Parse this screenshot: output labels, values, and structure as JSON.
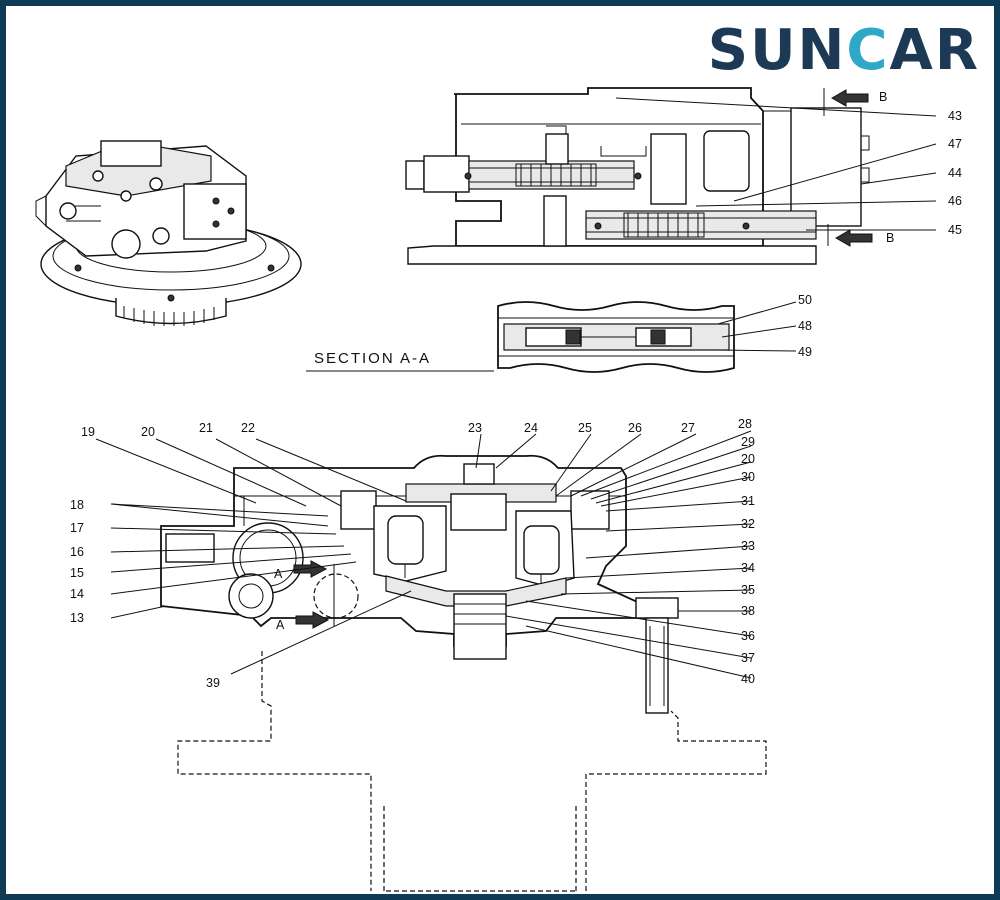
{
  "logo": {
    "text_prefix": "SUN",
    "text_c": "C",
    "text_suffix": "AR"
  },
  "section_label": "SECTION A-A",
  "arrow_labels": {
    "a_upper": "A",
    "a_lower": "A",
    "b_upper": "B",
    "b_lower": "B"
  },
  "callouts_top": [
    "43",
    "47",
    "44",
    "46",
    "45"
  ],
  "callouts_section": [
    "50",
    "48",
    "49"
  ],
  "callouts_main_top": [
    "19",
    "20",
    "21",
    "22",
    "23",
    "24",
    "25",
    "26",
    "27",
    "28"
  ],
  "callouts_main_left": [
    "18",
    "17",
    "16",
    "15",
    "14",
    "13",
    "39"
  ],
  "callouts_main_right": [
    "29",
    "20",
    "30",
    "31",
    "32",
    "33",
    "34",
    "35",
    "38",
    "36",
    "37",
    "40"
  ],
  "colors": {
    "border": "#0f3a55",
    "logo_text": "#1c3a55",
    "logo_accent": "#2fa7c8"
  }
}
